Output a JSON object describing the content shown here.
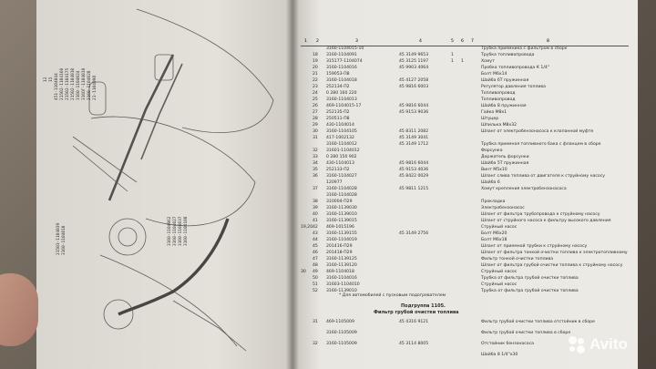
{
  "header": {
    "col_labels": [
      "1",
      "2",
      "3",
      "4",
      "5",
      "6",
      "7",
      "8"
    ]
  },
  "rows": [
    {
      "a": "",
      "b": "",
      "num": "3160-1104015-10",
      "code": "",
      "q": "",
      "q2": "",
      "desc": "Трубка приемника с фильтром в сборе"
    },
    {
      "a": "",
      "b": "18",
      "num": "3160-1104091",
      "code": "45 3149 9653",
      "q": "1",
      "q2": "",
      "desc": "Трубка топливопровода"
    },
    {
      "a": "",
      "b": "19",
      "num": "315177-1104074",
      "code": "45 3125 1197",
      "q": "1",
      "q2": "1",
      "desc": "Хомут"
    },
    {
      "a": "",
      "b": "20",
      "num": "3160-1104016",
      "code": "45 9903 4064",
      "q": "",
      "q2": "",
      "desc": "Пробка топливопровода К 1/4\""
    },
    {
      "a": "",
      "b": "21",
      "num": "159053-П8",
      "code": "",
      "q": "",
      "q2": "",
      "desc": "Болт М6х14"
    },
    {
      "a": "",
      "b": "22",
      "num": "3160-1104018",
      "code": "45 4127 2058",
      "q": "",
      "q2": "",
      "desc": "Шайба 6Т пружинная"
    },
    {
      "a": "",
      "b": "23",
      "num": "252134-П2",
      "code": "45 9816 6003",
      "q": "",
      "q2": "",
      "desc": "Регулятор давления топлива"
    },
    {
      "a": "",
      "b": "24",
      "num": "0 280 160 220",
      "code": "",
      "q": "",
      "q2": "",
      "desc": "Топливопровод"
    },
    {
      "a": "",
      "b": "25",
      "num": "3160-1104013",
      "code": "",
      "q": "",
      "q2": "",
      "desc": "Топливопровод"
    },
    {
      "a": "",
      "b": "26",
      "num": "469-1104015-17",
      "code": "45 9816 6044",
      "q": "",
      "q2": "",
      "desc": "Шайба 8 пружинная"
    },
    {
      "a": "",
      "b": "27",
      "num": "252135-П2",
      "code": "45 9153 9036",
      "q": "",
      "q2": "",
      "desc": "Гайка М8х1"
    },
    {
      "a": "",
      "b": "28",
      "num": "250511-П8",
      "code": "",
      "q": "",
      "q2": "",
      "desc": "Штуцер"
    },
    {
      "a": "",
      "b": "29",
      "num": "430-1104014",
      "code": "",
      "q": "",
      "q2": "",
      "desc": "Шпилька М8х32"
    },
    {
      "a": "",
      "b": "30",
      "num": "3160-1104105",
      "code": "45 8311 2082",
      "q": "",
      "q2": "",
      "desc": "Шланг от электробензонасоса к клапанной муфте"
    },
    {
      "a": "",
      "b": "31",
      "num": "417-1002132",
      "code": "45 3149 3041",
      "q": "",
      "q2": "",
      "desc": ""
    },
    {
      "a": "",
      "b": "",
      "num": "3160-1104012",
      "code": "45 3149 1712",
      "q": "",
      "q2": "",
      "desc": "Трубка приемная топливного бака с фланцем в сборе"
    },
    {
      "a": "",
      "b": "32",
      "num": "31601-1104012",
      "code": "",
      "q": "",
      "q2": "",
      "desc": "Форсунка"
    },
    {
      "a": "",
      "b": "33",
      "num": "0 280 150 902",
      "code": "",
      "q": "",
      "q2": "",
      "desc": "Держатель форсунки"
    },
    {
      "a": "",
      "b": "34",
      "num": "430-1104013",
      "code": "45 9816 6044",
      "q": "",
      "q2": "",
      "desc": "Шайба 5Т пружинная"
    },
    {
      "a": "",
      "b": "35",
      "num": "252133-П2",
      "code": "45 9153 4036",
      "q": "",
      "q2": "",
      "desc": "Винт М5х10"
    },
    {
      "a": "",
      "b": "36",
      "num": "3160-1104027",
      "code": "45 8422 0029",
      "q": "",
      "q2": "",
      "desc": "Шланг слива топлива от двигателя к струйному насосу"
    },
    {
      "a": "",
      "b": "",
      "num": "120977",
      "code": "",
      "q": "",
      "q2": "",
      "desc": "Шайба 6"
    },
    {
      "a": "",
      "b": "37",
      "num": "3160-1104028",
      "code": "45 9811 1215",
      "q": "",
      "q2": "",
      "desc": "Хомут крепления электробензонасоса"
    },
    {
      "a": "",
      "b": "",
      "num": "3160-1104028",
      "code": "",
      "q": "",
      "q2": "",
      "desc": ""
    },
    {
      "a": "",
      "b": "38",
      "num": "310004-П29",
      "code": "",
      "q": "",
      "q2": "",
      "desc": "Прокладка"
    },
    {
      "a": "",
      "b": "39",
      "num": "3160-1139030",
      "code": "",
      "q": "",
      "q2": "",
      "desc": "Электробензонасос"
    },
    {
      "a": "",
      "b": "40",
      "num": "3160-1139010",
      "code": "",
      "q": "",
      "q2": "",
      "desc": "Шланг от фильтра трубопровода к струйному насосу"
    },
    {
      "a": "",
      "b": "41",
      "num": "3160-1139015",
      "code": "",
      "q": "",
      "q2": "",
      "desc": "Шланг от струйного насоса к фильтру высокого давления"
    },
    {
      "a": "19,20",
      "b": "42",
      "num": "469-1015196",
      "code": "",
      "q": "",
      "q2": "",
      "desc": "Струйный насос"
    },
    {
      "a": "",
      "b": "43",
      "num": "3160-1139155",
      "code": "45 3149 2756",
      "q": "",
      "q2": "",
      "desc": "Болт М6х20"
    },
    {
      "a": "",
      "b": "44",
      "num": "3160-1104019",
      "code": "",
      "q": "",
      "q2": "",
      "desc": "Болт М6х18"
    },
    {
      "a": "",
      "b": "45",
      "num": "201416-П29",
      "code": "",
      "q": "",
      "q2": "",
      "desc": "Шланг от приемной трубки к струйному насосу"
    },
    {
      "a": "",
      "b": "46",
      "num": "201418-П29",
      "code": "",
      "q": "",
      "q2": "",
      "desc": "Шланг от фильтра тонкой очистки топлива к электротопливному"
    },
    {
      "a": "",
      "b": "47",
      "num": "3160-1139125",
      "code": "",
      "q": "",
      "q2": "",
      "desc": "Фильтр тонкой очистки топлива"
    },
    {
      "a": "",
      "b": "48",
      "num": "3160-1139120",
      "code": "",
      "q": "",
      "q2": "",
      "desc": "Шланг от фильтра грубой очистки топлива к струйному насосу"
    },
    {
      "a": "30",
      "b": "49",
      "num": "469-1104018",
      "code": "",
      "q": "",
      "q2": "",
      "desc": "Струйный насос"
    },
    {
      "a": "",
      "b": "50",
      "num": "3160-1104016",
      "code": "",
      "q": "",
      "q2": "",
      "desc": "Трубка от фильтра грубой очистки топлива"
    },
    {
      "a": "",
      "b": "51",
      "num": "31603-1104010",
      "code": "",
      "q": "",
      "q2": "",
      "desc": "Струйный насос"
    },
    {
      "a": "",
      "b": "52",
      "num": "3160-1139010",
      "code": "",
      "q": "",
      "q2": "",
      "desc": "Трубка от фильтра грубой очистки топлива"
    }
  ],
  "footnote": "* Для автомобилей с пусковым подогревателем",
  "section": {
    "line1": "Подгруппа 1105.",
    "line2": "Фильтр грубой очистки топлива"
  },
  "section_rows": [
    {
      "a": "",
      "b": "31",
      "num": "469-1105009",
      "code": "45 4316 9121",
      "q": "",
      "q2": "",
      "desc": "Фильтр грубой очистки топлива отстойник в сборе"
    },
    {
      "a": "",
      "b": "",
      "num": "3160-1105009",
      "code": "",
      "q": "",
      "q2": "",
      "desc": "Фильтр грубой очистки топлива в сборе"
    },
    {
      "a": "",
      "b": "32",
      "num": "3160-1105009",
      "code": "45 3114 8005",
      "q": "",
      "q2": "",
      "desc": "Отстойник бензонасоса"
    },
    {
      "a": "",
      "b": "",
      "num": "",
      "code": "",
      "q": "",
      "q2": "",
      "desc": "Шайба 8 1/4\"х30"
    }
  ],
  "callouts": [
    "12",
    "15",
    "451-1104044",
    "21502-1104160",
    "21502-1104175",
    "21502-1104010",
    "3160-1104024",
    "316ОГ-1104018",
    "3160-1104028",
    "21-1104098",
    "21503-1104039",
    "3160-1104010",
    "3160-1104062",
    "3160-1104027",
    "3160-1104037",
    "3160-1104108"
  ],
  "watermark": {
    "text": "Avito",
    "color": "#ffffff"
  }
}
